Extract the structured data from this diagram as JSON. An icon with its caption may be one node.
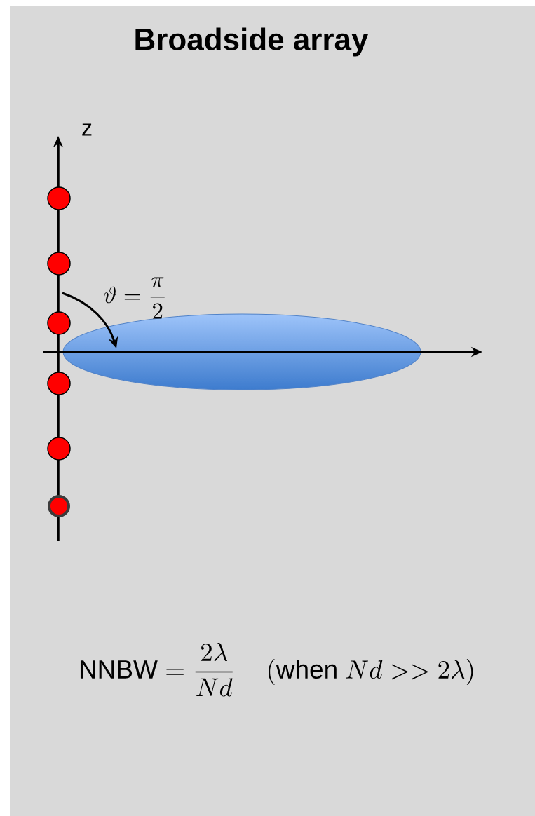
{
  "diagram": {
    "title": "Broadside array",
    "labels": [
      "z",
      "\\vartheta = \\frac{\\pi}{2}",
      "\\mathrm{NNBW} = \\frac{2\\lambda}{Nd} \\quad \\left(\\mathrm{when}\\ Nd >> 2\\lambda\\right)"
    ]
  }
}
